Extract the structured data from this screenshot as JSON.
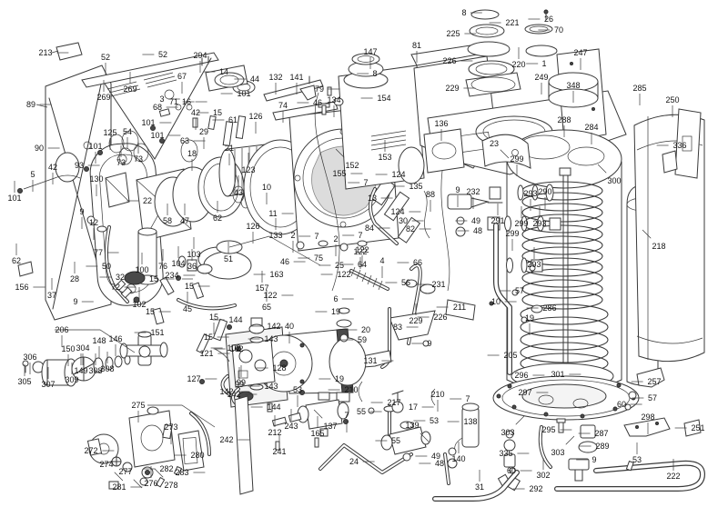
{
  "diagram": {
    "kind": "exploded-parts-diagram",
    "subject": "boiler / water-heater assembly line drawing",
    "line_color": "#3a3a3a",
    "shade_color": "#dcdcdc",
    "background": "#ffffff"
  },
  "labels": [
    [
      "213",
      50,
      58,
      0
    ],
    [
      "52",
      116,
      63,
      90
    ],
    [
      "52",
      179,
      60,
      180
    ],
    [
      "294",
      220,
      61,
      90
    ],
    [
      "14",
      246,
      79,
      180
    ],
    [
      "67",
      200,
      84,
      90
    ],
    [
      "269",
      114,
      107,
      270
    ],
    [
      "269",
      143,
      98,
      270
    ],
    [
      "3",
      178,
      109,
      0
    ],
    [
      "71",
      191,
      112,
      0
    ],
    [
      "16",
      205,
      112,
      0
    ],
    [
      "101",
      268,
      103,
      180
    ],
    [
      "89",
      34,
      115,
      0
    ],
    [
      "68",
      173,
      118,
      0
    ],
    [
      "42",
      215,
      124,
      90
    ],
    [
      "15",
      239,
      124,
      180
    ],
    [
      "61",
      256,
      132,
      180
    ],
    [
      "101",
      163,
      135,
      0
    ],
    [
      "125",
      121,
      146,
      90
    ],
    [
      "54",
      140,
      145,
      90
    ],
    [
      "101",
      173,
      149,
      0
    ],
    [
      "29",
      224,
      145,
      90
    ],
    [
      "63",
      203,
      155,
      0
    ],
    [
      "90",
      43,
      163,
      0
    ],
    [
      "101",
      105,
      161,
      90
    ],
    [
      "21",
      252,
      163,
      90
    ],
    [
      "18",
      211,
      169,
      90
    ],
    [
      "73",
      133,
      179,
      270
    ],
    [
      "73",
      152,
      175,
      270
    ],
    [
      "93",
      87,
      182,
      0
    ],
    [
      "42",
      58,
      184,
      90
    ],
    [
      "5",
      36,
      192,
      90
    ],
    [
      "101",
      16,
      218,
      270
    ],
    [
      "130",
      106,
      197,
      90
    ],
    [
      "126",
      281,
      128,
      90
    ],
    [
      "44",
      280,
      87,
      180
    ],
    [
      "132",
      303,
      85,
      90
    ],
    [
      "141",
      326,
      85,
      90
    ],
    [
      "147",
      407,
      57,
      90
    ],
    [
      "81",
      458,
      50,
      90
    ],
    [
      "8",
      412,
      81,
      180
    ],
    [
      "79",
      351,
      98,
      0
    ],
    [
      "46",
      349,
      113,
      180
    ],
    [
      "74",
      311,
      116,
      90
    ],
    [
      "134",
      367,
      110,
      90
    ],
    [
      "154",
      422,
      108,
      180
    ],
    [
      "136",
      485,
      136,
      90
    ],
    [
      "152",
      387,
      182,
      225
    ],
    [
      "153",
      423,
      173,
      270
    ],
    [
      "155",
      373,
      191,
      0
    ],
    [
      "123",
      273,
      187,
      270
    ],
    [
      "43",
      262,
      212,
      270
    ],
    [
      "10",
      293,
      206,
      90
    ],
    [
      "11",
      300,
      235,
      0
    ],
    [
      "22",
      162,
      221,
      180
    ],
    [
      "58",
      184,
      243,
      270
    ],
    [
      "47",
      203,
      243,
      270
    ],
    [
      "62",
      239,
      240,
      270
    ],
    [
      "8",
      510,
      14,
      0
    ],
    [
      "225",
      498,
      37,
      0
    ],
    [
      "221",
      563,
      25,
      180
    ],
    [
      "26",
      603,
      21,
      180
    ],
    [
      "70",
      614,
      33,
      180
    ],
    [
      "226",
      494,
      67,
      0
    ],
    [
      "220",
      570,
      71,
      270
    ],
    [
      "1",
      598,
      70,
      180
    ],
    [
      "247",
      638,
      58,
      90
    ],
    [
      "249",
      595,
      85,
      90
    ],
    [
      "348",
      630,
      94,
      90
    ],
    [
      "285",
      703,
      97,
      90
    ],
    [
      "250",
      739,
      110,
      90
    ],
    [
      "229",
      497,
      97,
      0
    ],
    [
      "288",
      620,
      132,
      90
    ],
    [
      "284",
      650,
      140,
      90
    ],
    [
      "336",
      747,
      160,
      180
    ],
    [
      "299",
      568,
      175,
      90
    ],
    [
      "23",
      543,
      158,
      45
    ],
    [
      "232",
      520,
      211,
      90
    ],
    [
      "293",
      583,
      213,
      90
    ],
    [
      "290",
      599,
      211,
      90
    ],
    [
      "291",
      547,
      243,
      270
    ],
    [
      "299",
      573,
      246,
      270
    ],
    [
      "293",
      593,
      246,
      270
    ],
    [
      "299",
      563,
      257,
      90
    ],
    [
      "49",
      523,
      243,
      180
    ],
    [
      "48",
      525,
      254,
      180
    ],
    [
      "300",
      675,
      199,
      225
    ],
    [
      "218",
      724,
      271,
      225
    ],
    [
      "293",
      587,
      291,
      270
    ],
    [
      "57",
      571,
      320,
      180
    ],
    [
      "10",
      545,
      332,
      0
    ],
    [
      "19",
      582,
      350,
      90
    ],
    [
      "286",
      604,
      339,
      180
    ],
    [
      "9",
      503,
      209,
      90
    ],
    [
      "88",
      473,
      214,
      90
    ],
    [
      "135",
      457,
      205,
      180
    ],
    [
      "124",
      438,
      192,
      180
    ],
    [
      "13",
      409,
      218,
      0
    ],
    [
      "124",
      437,
      233,
      0
    ],
    [
      "30",
      443,
      243,
      0
    ],
    [
      "82",
      451,
      252,
      0
    ],
    [
      "84",
      406,
      251,
      0
    ],
    [
      "7",
      402,
      201,
      180
    ],
    [
      "64",
      398,
      291,
      180
    ],
    [
      "122",
      398,
      275,
      90
    ],
    [
      "4",
      420,
      287,
      90
    ],
    [
      "66",
      459,
      289,
      180
    ],
    [
      "56",
      446,
      311,
      180
    ],
    [
      "231",
      482,
      313,
      180
    ],
    [
      "211",
      505,
      338,
      180
    ],
    [
      "226",
      484,
      349,
      180
    ],
    [
      "229",
      457,
      353,
      270
    ],
    [
      "83",
      437,
      360,
      0
    ],
    [
      "9",
      472,
      378,
      180
    ],
    [
      "131",
      407,
      397,
      0
    ],
    [
      "205",
      561,
      391,
      180
    ],
    [
      "9",
      90,
      233,
      90
    ],
    [
      "12",
      103,
      245,
      90
    ],
    [
      "77",
      108,
      278,
      0
    ],
    [
      "62",
      18,
      287,
      270
    ],
    [
      "156",
      24,
      316,
      0
    ],
    [
      "37",
      57,
      325,
      270
    ],
    [
      "28",
      82,
      307,
      270
    ],
    [
      "32",
      132,
      305,
      180
    ],
    [
      "9",
      83,
      332,
      0
    ],
    [
      "72",
      127,
      316,
      0
    ],
    [
      "102",
      153,
      335,
      270
    ],
    [
      "100",
      156,
      297,
      270
    ],
    [
      "76",
      179,
      293,
      270
    ],
    [
      "104",
      196,
      290,
      270
    ],
    [
      "36",
      211,
      293,
      270
    ],
    [
      "234",
      189,
      303,
      0
    ],
    [
      "15",
      169,
      307,
      0
    ],
    [
      "15",
      208,
      315,
      0
    ],
    [
      "45",
      206,
      340,
      270
    ],
    [
      "15",
      165,
      343,
      0
    ],
    [
      "103",
      213,
      280,
      270
    ],
    [
      "50",
      117,
      293,
      180
    ],
    [
      "51",
      251,
      285,
      270
    ],
    [
      "126",
      278,
      249,
      90
    ],
    [
      "46",
      313,
      288,
      0
    ],
    [
      "75",
      350,
      284,
      180
    ],
    [
      "157",
      288,
      317,
      270
    ],
    [
      "163",
      304,
      302,
      180
    ],
    [
      "122",
      297,
      325,
      0
    ],
    [
      "65",
      293,
      338,
      270
    ],
    [
      "25",
      373,
      292,
      180
    ],
    [
      "122",
      378,
      302,
      180
    ],
    [
      "122",
      396,
      277,
      90
    ],
    [
      "133",
      303,
      259,
      270
    ],
    [
      "2",
      322,
      259,
      90
    ],
    [
      "7",
      348,
      260,
      180
    ],
    [
      "2",
      369,
      263,
      90
    ],
    [
      "7",
      396,
      259,
      180
    ],
    [
      "6",
      369,
      329,
      0
    ],
    [
      "19",
      369,
      343,
      180
    ],
    [
      "206",
      68,
      363,
      90
    ],
    [
      "150",
      75,
      384,
      90
    ],
    [
      "304",
      91,
      383,
      90
    ],
    [
      "148",
      109,
      375,
      90
    ],
    [
      "146",
      127,
      373,
      90
    ],
    [
      "151",
      173,
      366,
      180
    ],
    [
      "306",
      33,
      393,
      90
    ],
    [
      "305",
      27,
      420,
      270
    ],
    [
      "307",
      53,
      423,
      270
    ],
    [
      "309",
      79,
      418,
      270
    ],
    [
      "149",
      89,
      408,
      270
    ],
    [
      "308",
      105,
      408,
      270
    ],
    [
      "308",
      118,
      406,
      270
    ],
    [
      "121",
      227,
      389,
      0
    ],
    [
      "102",
      257,
      383,
      180
    ],
    [
      "127",
      213,
      417,
      0
    ],
    [
      "99",
      265,
      421,
      270
    ],
    [
      "142",
      249,
      431,
      0
    ],
    [
      "275",
      152,
      446,
      90
    ],
    [
      "273",
      188,
      470,
      90
    ],
    [
      "280",
      217,
      501,
      180
    ],
    [
      "272",
      100,
      496,
      0
    ],
    [
      "274",
      117,
      511,
      45
    ],
    [
      "277",
      138,
      519,
      45
    ],
    [
      "282",
      183,
      516,
      180
    ],
    [
      "283",
      200,
      520,
      0
    ],
    [
      "281",
      131,
      536,
      0
    ],
    [
      "276",
      166,
      532,
      270
    ],
    [
      "278",
      188,
      534,
      225
    ],
    [
      "242",
      249,
      484,
      0
    ],
    [
      "15",
      235,
      349,
      90
    ],
    [
      "144",
      259,
      352,
      180
    ],
    [
      "15",
      229,
      371,
      0
    ],
    [
      "142",
      301,
      359,
      180
    ],
    [
      "143",
      298,
      373,
      180
    ],
    [
      "102",
      260,
      384,
      180
    ],
    [
      "128",
      307,
      405,
      180
    ],
    [
      "99",
      263,
      423,
      270
    ],
    [
      "143",
      298,
      425,
      180
    ],
    [
      "142",
      257,
      434,
      0
    ],
    [
      "144",
      301,
      448,
      180
    ],
    [
      "40",
      318,
      359,
      90
    ],
    [
      "20",
      402,
      363,
      180
    ],
    [
      "59",
      398,
      374,
      180
    ],
    [
      "19",
      373,
      417,
      180
    ],
    [
      "53",
      327,
      429,
      90
    ],
    [
      "210",
      386,
      429,
      180
    ],
    [
      "243",
      320,
      469,
      270
    ],
    [
      "212",
      302,
      476,
      270
    ],
    [
      "241",
      307,
      497,
      270
    ],
    [
      "137",
      363,
      469,
      225
    ],
    [
      "165",
      349,
      477,
      270
    ],
    [
      "7",
      381,
      457,
      90
    ],
    [
      "217",
      433,
      443,
      180
    ],
    [
      "55",
      397,
      453,
      0
    ],
    [
      "24",
      389,
      508,
      0
    ],
    [
      "17",
      454,
      448,
      0
    ],
    [
      "53",
      477,
      463,
      180
    ],
    [
      "139",
      453,
      468,
      45
    ],
    [
      "49",
      479,
      502,
      180
    ],
    [
      "48",
      483,
      510,
      180
    ],
    [
      "210",
      481,
      434,
      90
    ],
    [
      "55",
      435,
      485,
      180
    ],
    [
      "140",
      504,
      505,
      270
    ],
    [
      "138",
      517,
      464,
      180
    ],
    [
      "7",
      514,
      439,
      180
    ],
    [
      "31",
      527,
      536,
      270
    ],
    [
      "296",
      573,
      413,
      0
    ],
    [
      "301",
      613,
      412,
      0
    ],
    [
      "297",
      577,
      432,
      0
    ],
    [
      "257",
      719,
      420,
      180
    ],
    [
      "57",
      717,
      438,
      180
    ],
    [
      "60",
      683,
      445,
      0
    ],
    [
      "298",
      712,
      459,
      90
    ],
    [
      "251",
      767,
      471,
      180
    ],
    [
      "295",
      603,
      473,
      0
    ],
    [
      "303",
      558,
      476,
      315
    ],
    [
      "335",
      556,
      499,
      0
    ],
    [
      "303",
      613,
      498,
      315
    ],
    [
      "287",
      661,
      477,
      180
    ],
    [
      "289",
      662,
      491,
      180
    ],
    [
      "302",
      597,
      523,
      270
    ],
    [
      "292",
      589,
      538,
      180
    ],
    [
      "53",
      700,
      506,
      270
    ],
    [
      "222",
      740,
      524,
      270
    ],
    [
      "60",
      562,
      518,
      0
    ],
    [
      "9",
      653,
      506,
      180
    ]
  ]
}
